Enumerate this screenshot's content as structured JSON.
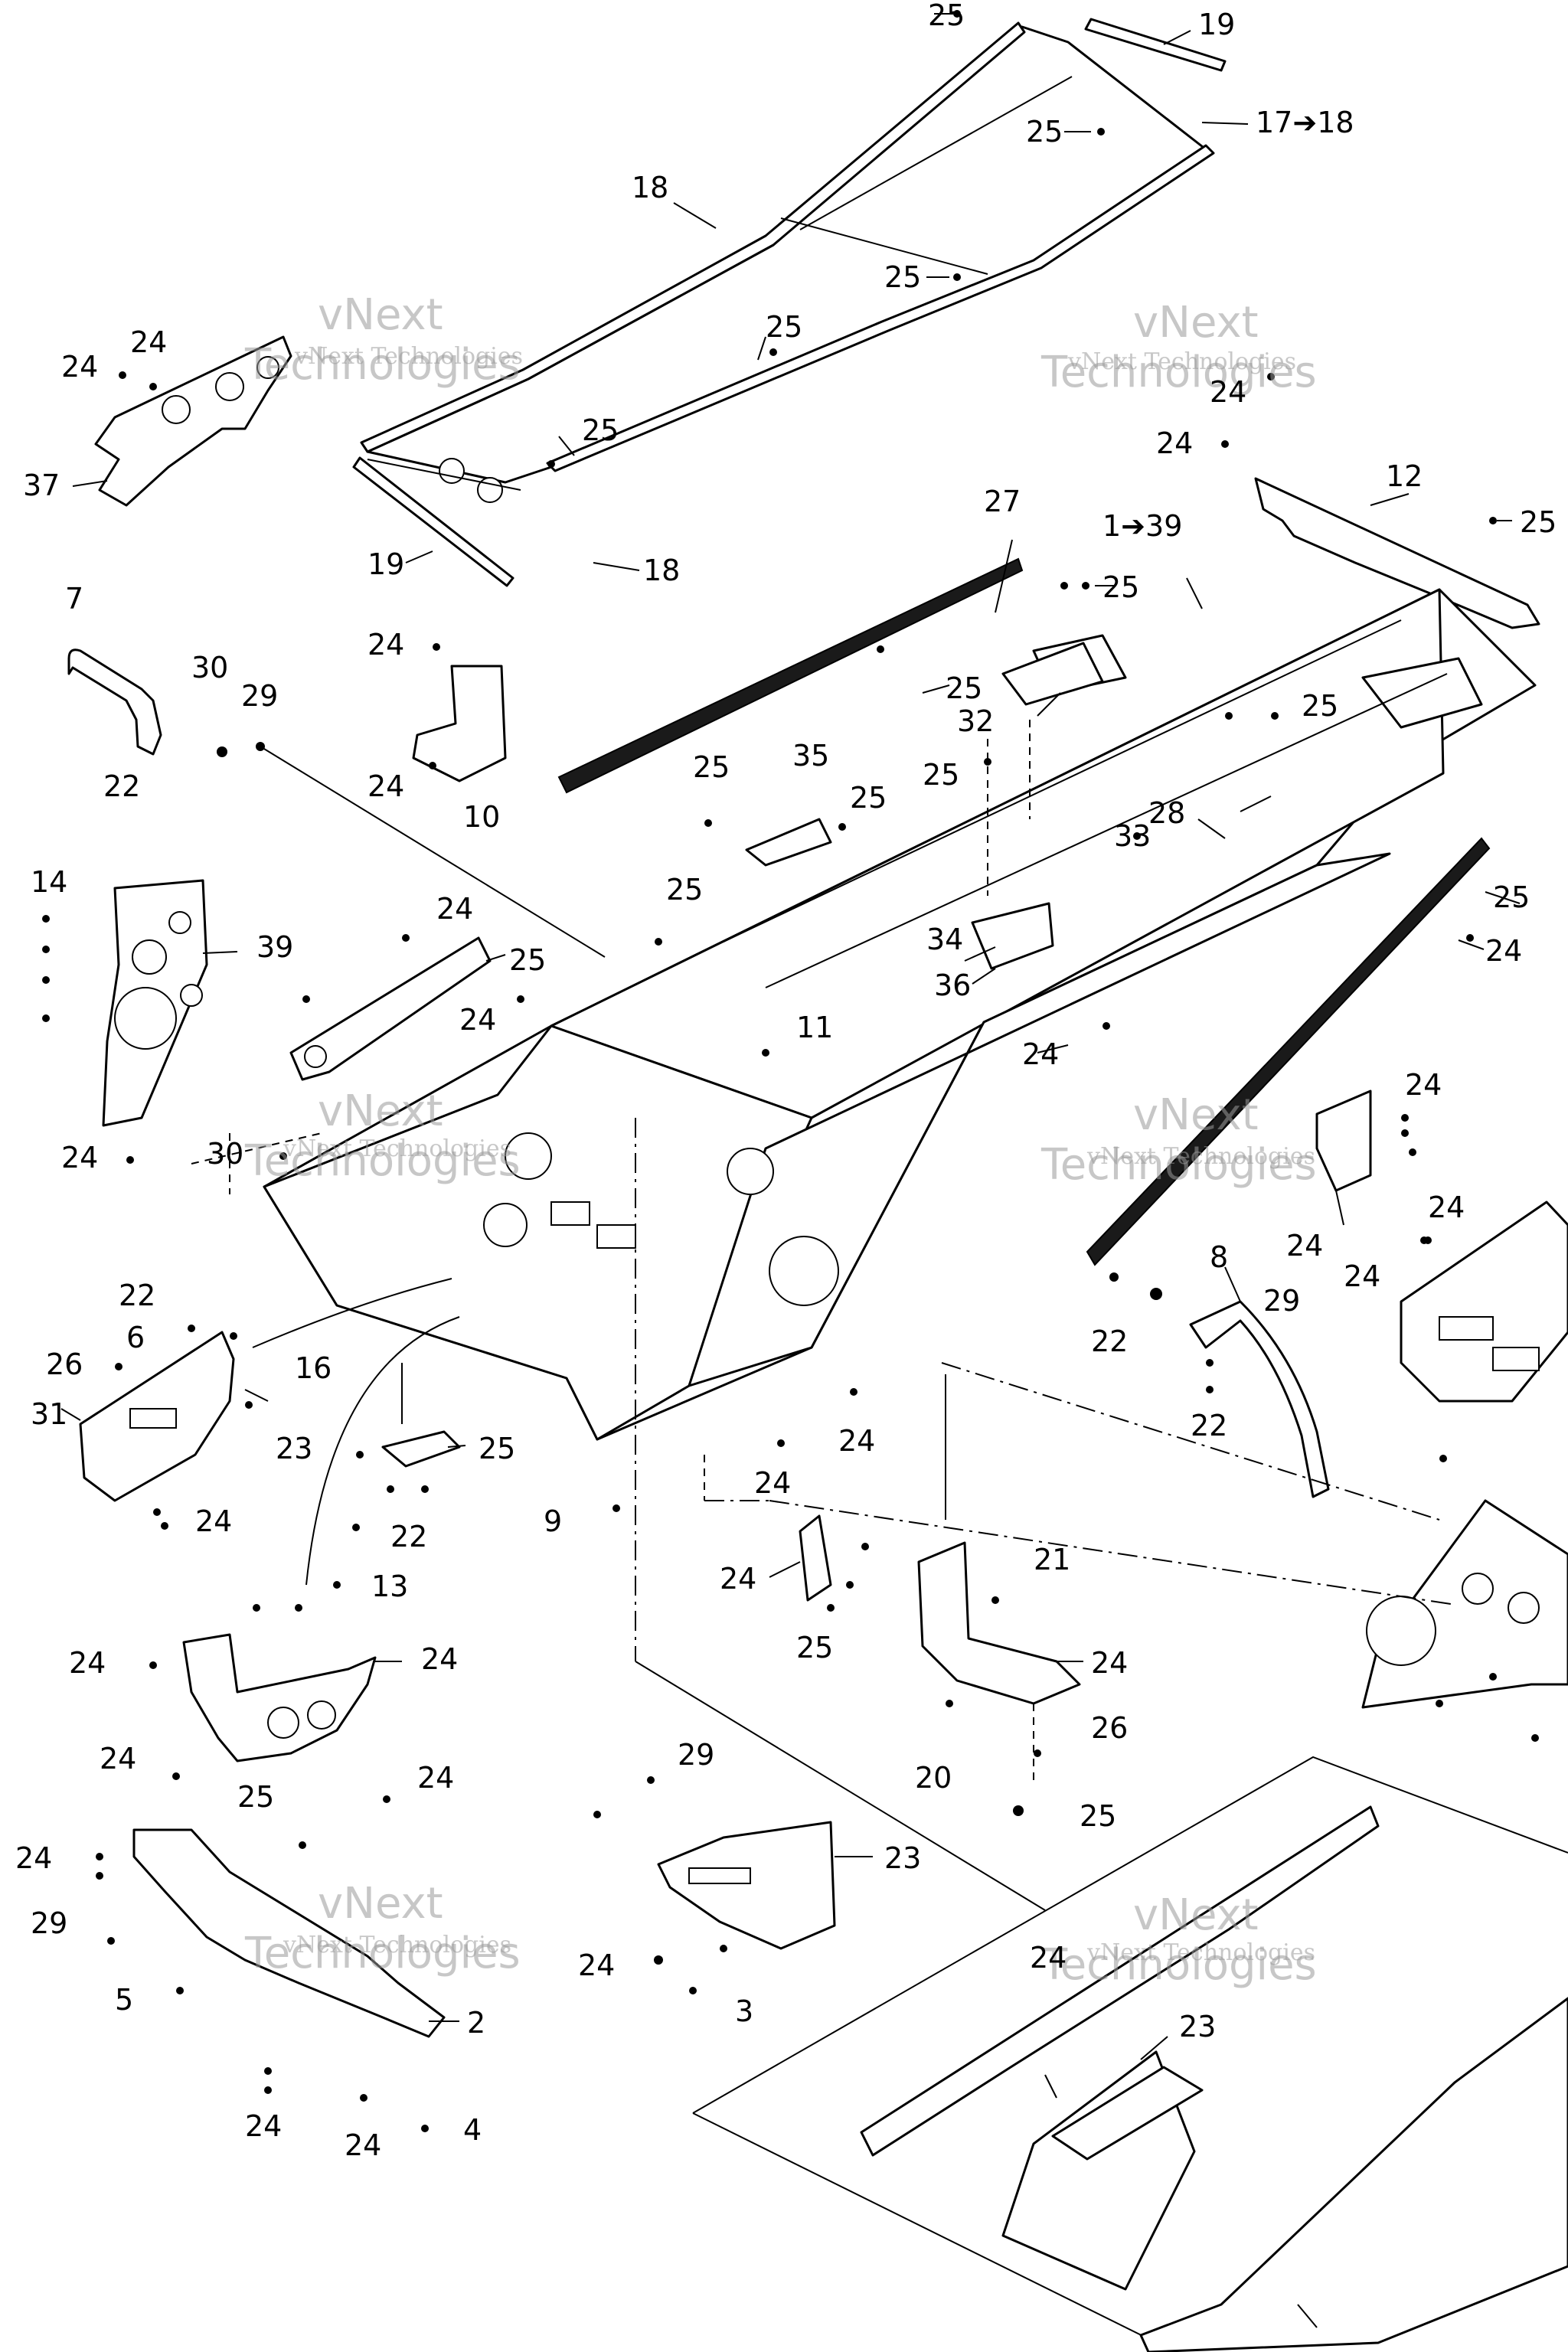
{
  "watermark": {
    "line1": "vNext",
    "line2": "Technologies",
    "inline": "vNext Technologies"
  },
  "callouts": [
    "25",
    "19",
    "17➔18",
    "25",
    "18",
    "25",
    "24",
    "24",
    "25",
    "37",
    "25",
    "19",
    "18",
    "1➔39",
    "27",
    "24",
    "12",
    "24",
    "25",
    "7",
    "30",
    "29",
    "24",
    "25",
    "22",
    "24",
    "10",
    "25",
    "32",
    "25",
    "35",
    "25",
    "25",
    "25",
    "33",
    "28",
    "25",
    "24",
    "14",
    "39",
    "25",
    "24",
    "34",
    "36",
    "24",
    "25",
    "24",
    "24",
    "11",
    "24",
    "24",
    "24",
    "24",
    "30",
    "8",
    "29",
    "22",
    "22",
    "22",
    "26",
    "6",
    "31",
    "23",
    "24",
    "16",
    "25",
    "22",
    "24",
    "24",
    "9",
    "24",
    "25",
    "21",
    "24",
    "26",
    "13",
    "24",
    "24",
    "24",
    "24",
    "25",
    "29",
    "25",
    "20",
    "23",
    "24",
    "29",
    "24",
    "3",
    "24",
    "5",
    "2",
    "23",
    "24",
    "24",
    "4"
  ]
}
